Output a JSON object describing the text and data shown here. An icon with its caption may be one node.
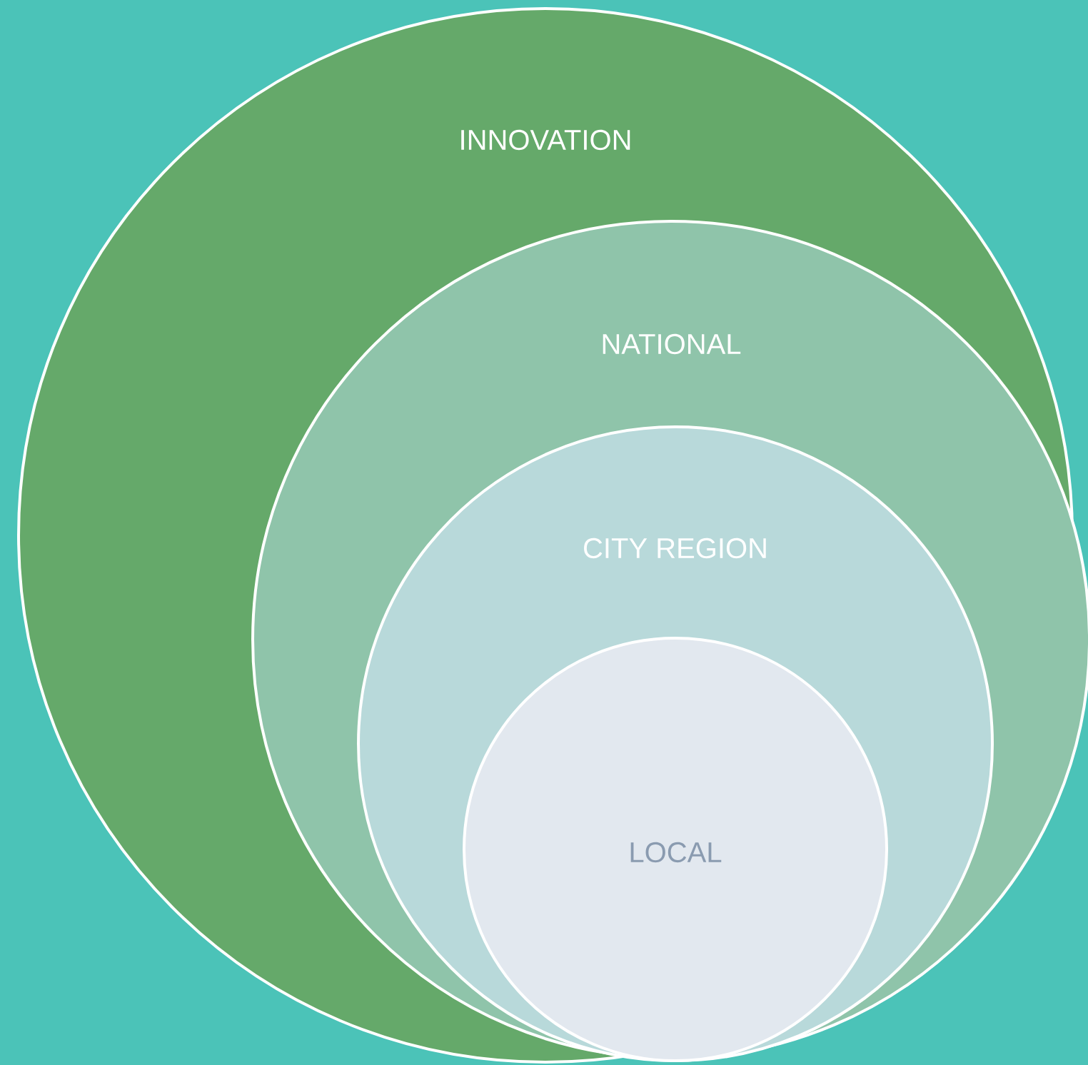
{
  "diagram": {
    "nodes": [
      {
        "text": [
          "INNOVATION"
        ]
      },
      {
        "text": [
          "NATIONAL"
        ],
        "in": 0
      },
      {
        "text": [
          "CITY REGION"
        ],
        "in": 1
      },
      {
        "text": [
          "LOCAL"
        ],
        "in": 2
      }
    ]
  }
}
